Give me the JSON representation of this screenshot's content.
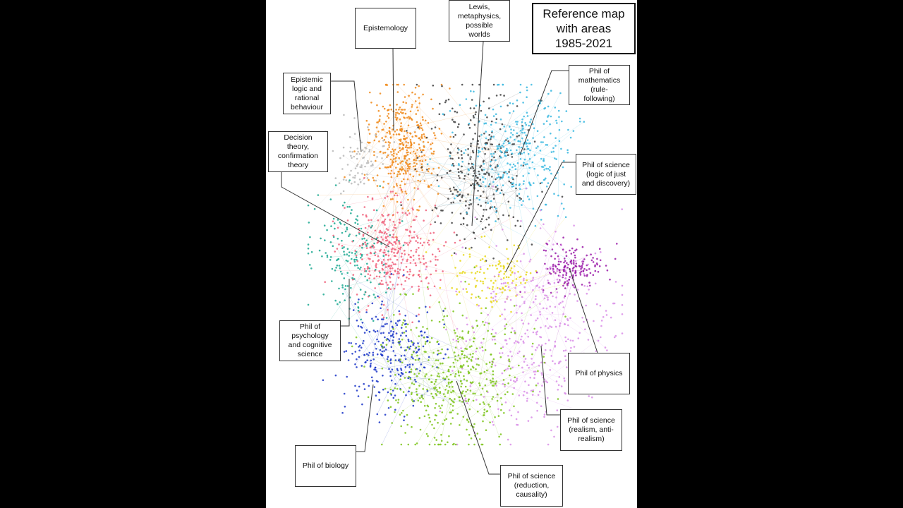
{
  "title": "Reference map\nwith areas\n1985-2021",
  "colors": {
    "frame": "#000000",
    "panel": "#ffffff",
    "epistemology": "#f08a1a",
    "epistemic_logic": "#b8b8b8",
    "decision_theory": "#f0607a",
    "psychology": "#1aa890",
    "biology": "#1a35c8",
    "reduction": "#7cc41a",
    "realism": "#d98ee8",
    "physics": "#9a1aa8",
    "logic_of_just": "#e8d81a",
    "mathematics": "#3ab8e0",
    "lewis": "#404040"
  },
  "areas": [
    {
      "id": "epistemology",
      "label": "Epistemology"
    },
    {
      "id": "lewis",
      "label": "Lewis,\nmetaphysics,\npossible\nworlds"
    },
    {
      "id": "epistemic_logic",
      "label": "Epistemic\nlogic and\nrational\nbehaviour"
    },
    {
      "id": "mathematics",
      "label": "Phil of\nmathematics\n(rule-\nfollowing)"
    },
    {
      "id": "decision_theory",
      "label": "Decision\ntheory,\nconfirmation\ntheory"
    },
    {
      "id": "logic_of_just",
      "label": "Phil of science\n(logic of just\nand discovery)"
    },
    {
      "id": "psychology",
      "label": "Phil of\npsychology\nand cognitive\nscience"
    },
    {
      "id": "physics",
      "label": "Phil of physics"
    },
    {
      "id": "realism",
      "label": "Phil of science\n(realism, anti-\nrealism)"
    },
    {
      "id": "biology",
      "label": "Phil of biology"
    },
    {
      "id": "reduction",
      "label": "Phil of science\n(reduction,\ncausality)"
    }
  ]
}
